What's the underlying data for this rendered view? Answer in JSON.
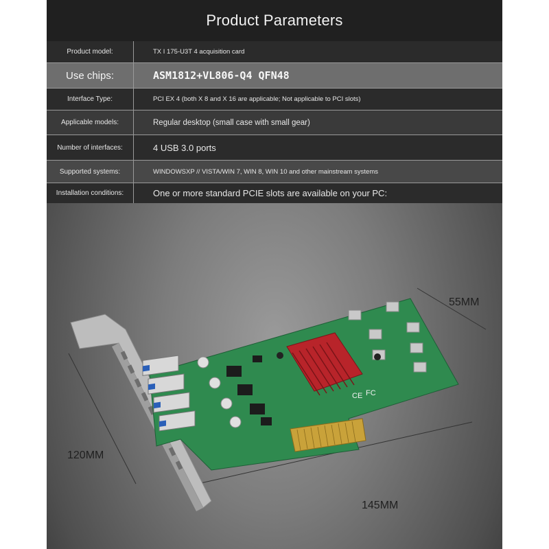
{
  "header": {
    "title": "Product Parameters"
  },
  "params": [
    {
      "label": "Product model:",
      "value": "TX I 175-U3T 4 acquisition card"
    },
    {
      "label": "Use chips:",
      "value": "ASM1812+VL806-Q4 QFN48"
    },
    {
      "label": "Interface Type:",
      "value": "PCI EX 4 (both X 8 and X 16 are applicable; Not applicable to PCI slots)"
    },
    {
      "label": "Applicable models:",
      "value": "Regular desktop (small case with small gear)"
    },
    {
      "label": "Number of interfaces:",
      "value": "4 USB 3.0 ports"
    },
    {
      "label": "Supported systems:",
      "value": "WINDOWSXP // VISTA/WIN 7, WIN 8, WIN 10 and other mainstream systems"
    },
    {
      "label": "Installation conditions:",
      "value": "One or more standard PCIE slots are available on your PC:"
    }
  ],
  "dimensions": {
    "height": "55MM",
    "bracket": "120MM",
    "length": "145MM"
  },
  "board_marks": {
    "ce": "CE",
    "fc": "FC"
  },
  "colors": {
    "pcb": "#2f8a4f",
    "heatsink": "#b8242a",
    "gold": "#c9a23a",
    "bracket": "#c8c8c8"
  }
}
